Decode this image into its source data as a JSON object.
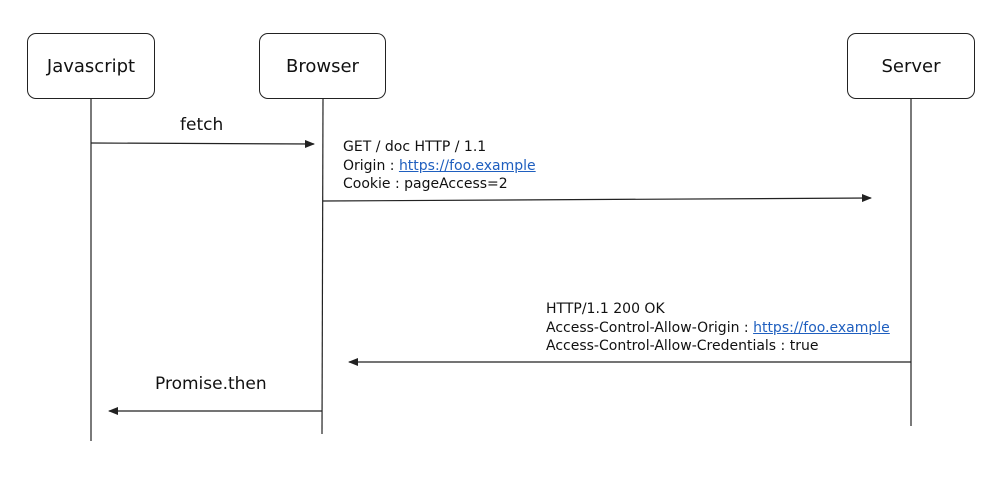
{
  "actors": {
    "javascript": "Javascript",
    "browser": "Browser",
    "server": "Server"
  },
  "messages": {
    "fetch": {
      "label": "fetch"
    },
    "request": {
      "line1": "GET / doc HTTP / 1.1",
      "origin_key": "Origin : ",
      "origin_link": "https://foo.example",
      "cookie": "Cookie : pageAccess=2"
    },
    "response": {
      "line1": "HTTP/1.1 200 OK",
      "allow_origin_key": "Access-Control-Allow-Origin : ",
      "allow_origin_link": "https://foo.example",
      "allow_credentials": "Access-Control-Allow-Credentials : true"
    },
    "promise": {
      "label": "Promise.then"
    }
  },
  "colors": {
    "line": "#222222",
    "link": "#1f5fbf"
  }
}
